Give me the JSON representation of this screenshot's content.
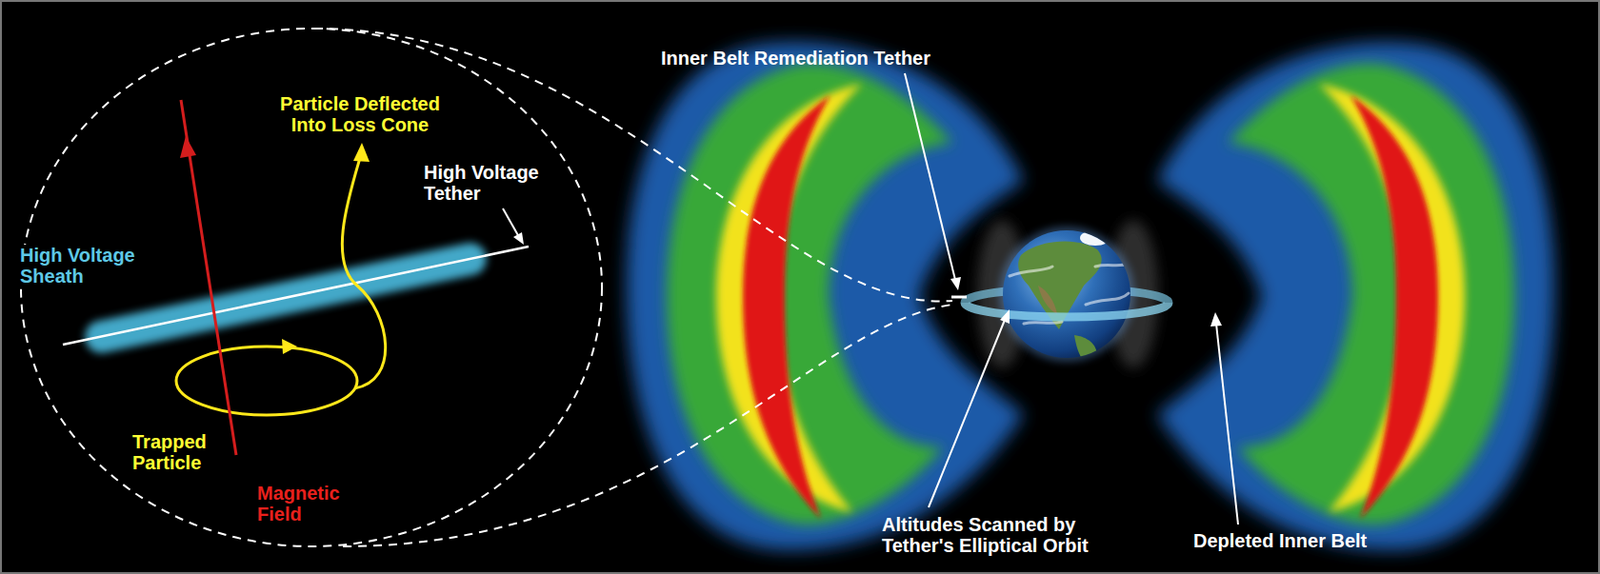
{
  "diagram": {
    "labels": [
      "Particle Deflected Into Loss Cone",
      "High Voltage Tether",
      "High Voltage Sheath",
      "Trapped Particle",
      "Magnetic Field",
      "Inner Belt Remediation Tether",
      "Altitudes Scanned by Tether's Elliptical Orbit",
      "Depleted Inner Belt"
    ]
  }
}
